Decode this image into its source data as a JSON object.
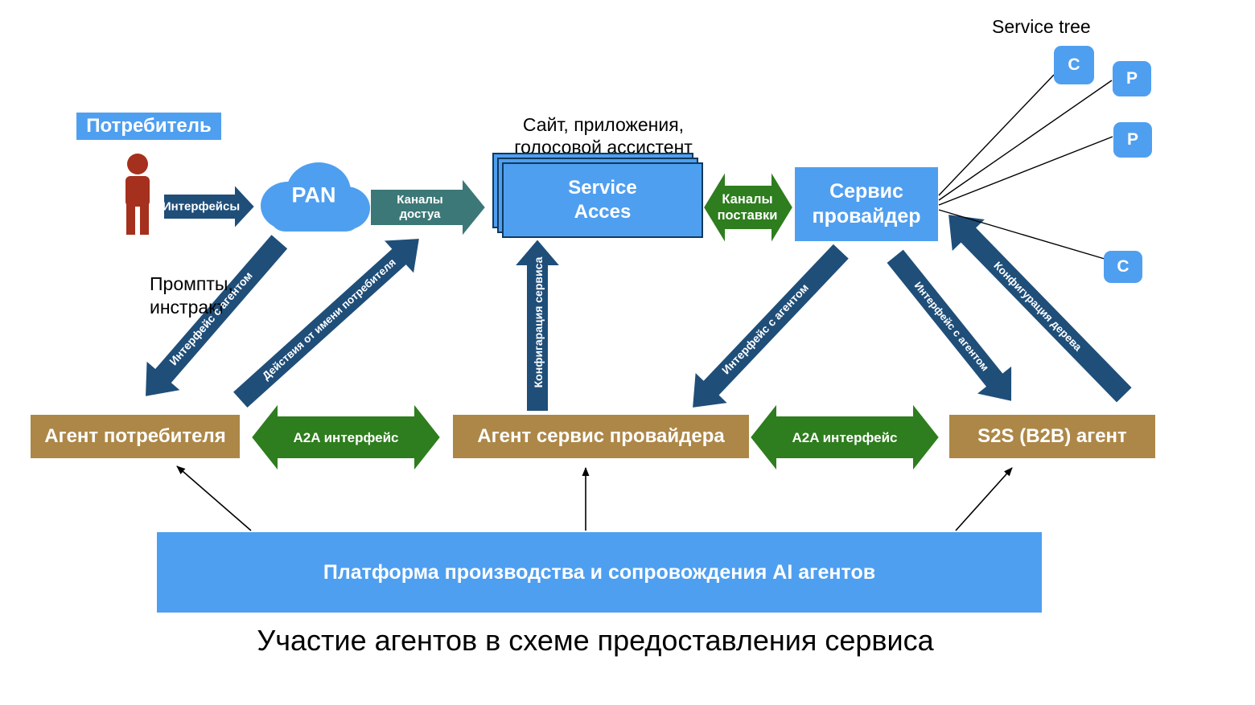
{
  "title": "Участие агентов в схеме предоставления сервиса",
  "colors": {
    "lightblue": "#4f9ff0",
    "darkblue": "#1f4e79",
    "teal": "#3d7878",
    "green": "#2e7d1e",
    "brown": "#ad8747",
    "red": "#a5301d",
    "ink": "#000000"
  },
  "consumer": {
    "label": "Потребитель"
  },
  "pan": {
    "label": "PAN"
  },
  "service_access": {
    "line1": "Service",
    "line2": "Acces",
    "caption1": "Сайт, приложения,",
    "caption2": "голосовой ассистент"
  },
  "service_provider": {
    "line1": "Сервис",
    "line2": "провайдер"
  },
  "service_tree": {
    "label": "Service tree",
    "node1": "C",
    "node2": "P",
    "node3": "P",
    "node4": "C"
  },
  "agents": {
    "consumer": "Агент потребителя",
    "service_provider": "Агент сервис провайдера",
    "s2s": "S2S (B2B) агент"
  },
  "platform": {
    "label": "Платформа производства и сопровождения AI агентов"
  },
  "arrows": {
    "interfaces": "Интерфейсы",
    "access_channels1": "Каналы",
    "access_channels2": "достуа",
    "supply_channels1": "Каналы",
    "supply_channels2": "поставки",
    "agent_interface_left": "Интерфейс с агентом",
    "actions_on_behalf": "Действия от имени потребителя",
    "service_config": "Конфигарация сервиса",
    "agent_interface_mid": "Интерфейс с агентом",
    "agent_interface_right": "Интерфейс с агентом",
    "tree_config": "Конфигурация дерева",
    "a2a_left": "A2A интерфейс",
    "a2a_right": "A2A интерфейс"
  },
  "notes": {
    "prompts1": "Промпты,",
    "prompts2": "инстракт"
  }
}
